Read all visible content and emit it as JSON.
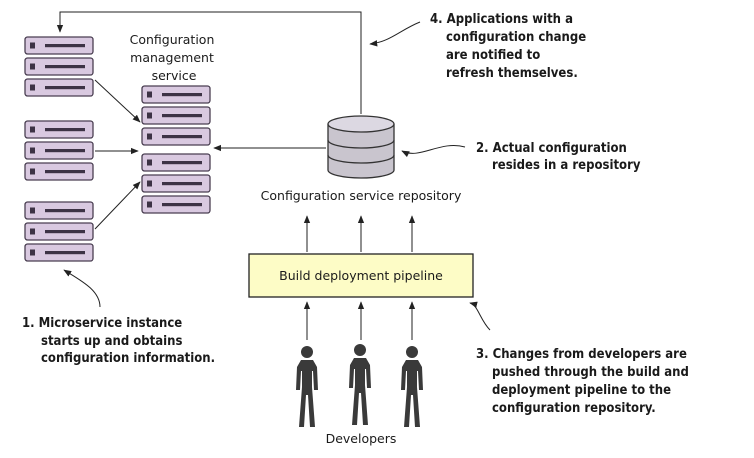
{
  "config_service": {
    "label_lines": [
      "Configuration",
      "management",
      "service"
    ]
  },
  "repository": {
    "label": "Configuration service repository"
  },
  "pipeline": {
    "label": "Build deployment pipeline"
  },
  "developers": {
    "label": "Developers",
    "count": 3
  },
  "notes": {
    "n1": [
      "1. Microservice instance",
      "starts up and obtains",
      "configuration information."
    ],
    "n2": [
      "2. Actual configuration",
      "resides in a repository"
    ],
    "n3": [
      "3. Changes from developers are",
      "pushed through the build and",
      "deployment pipeline to the",
      "configuration repository."
    ],
    "n4": [
      "4. Applications with a",
      "configuration change",
      "are notified to",
      "refresh themselves."
    ]
  },
  "colors": {
    "server_fill": "#d9c9e0",
    "server_stroke": "#4a3f52",
    "pipeline_fill": "#fdfcc6",
    "db_fill": "#c9c5ce",
    "line": "#222222",
    "person": "#3a3a3a"
  }
}
